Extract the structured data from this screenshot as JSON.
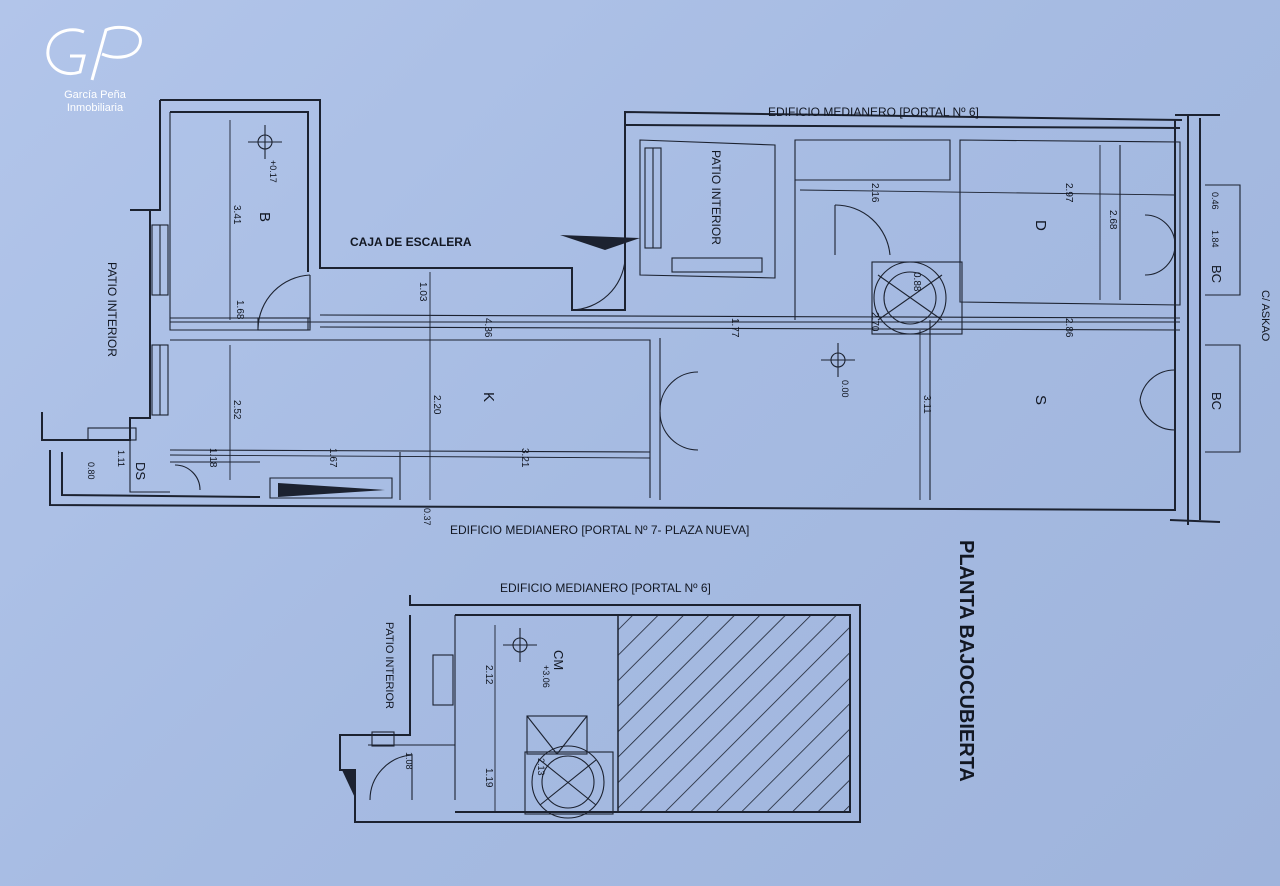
{
  "logo": {
    "mark": "GP",
    "line1": "García Peña",
    "line2": "Inmobiliaria"
  },
  "labels": {
    "edificio_top": "EDIFICIO MEDIANERO [PORTAL Nº 6]",
    "edificio_bottom": "EDIFICIO MEDIANERO [PORTAL Nº 7- PLAZA NUEVA]",
    "edificio_attic": "EDIFICIO MEDIANERO [PORTAL Nº 6]",
    "caja_escalera": "CAJA DE ESCALERA",
    "patio_interior_left": "PATIO INTERIOR",
    "patio_interior_center": "PATIO INTERIOR",
    "patio_interior_attic": "PATIO INTERIOR",
    "street": "C/ ASKAO",
    "planta": "PLANTA BAJOCUBIERTA"
  },
  "rooms": {
    "b": "B",
    "k": "K",
    "d": "D",
    "s": "S",
    "ds": "DS",
    "bc1": "BC",
    "bc2": "BC",
    "cm": "CM"
  },
  "levels": {
    "b": "+0.17",
    "main": "0.00",
    "cm": "+3.06"
  },
  "dims": {
    "d341": "3.41",
    "d168": "1.68",
    "d103": "1.03",
    "d436": "4.36",
    "d177": "1.77",
    "d216": "2.16",
    "d297": "2.97",
    "d268": "2.68",
    "d046": "0.46",
    "d184": "1.84",
    "d088": "0.88",
    "d270": "2.70",
    "d286": "2.86",
    "d252": "2.52",
    "d220": "2.20",
    "d311": "3.11",
    "d118": "1.18",
    "d167": "1.67",
    "d321": "3.21",
    "d111": "1.11",
    "d080": "0.80",
    "d037": "0.37",
    "d212": "2.12",
    "d108": "1.08",
    "d119": "1.19",
    "d213": "2.13"
  }
}
